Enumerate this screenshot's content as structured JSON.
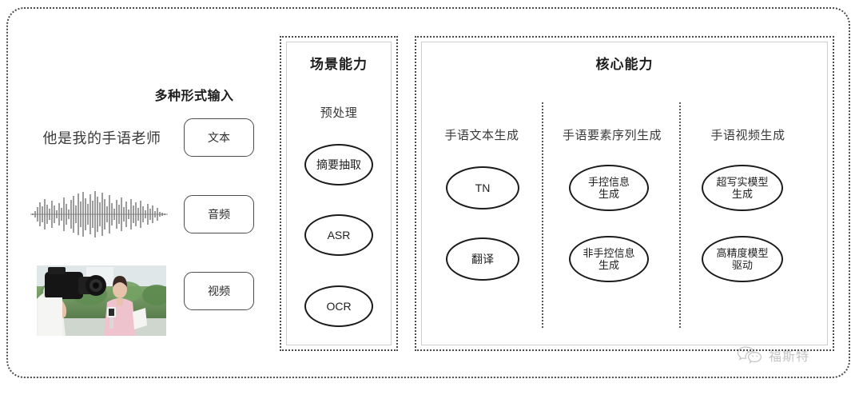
{
  "input_panel": {
    "title": "多种形式输入",
    "sample_text": "他是我的手语老师",
    "waveform_label": "audio-waveform",
    "video_thumb_label": "video-thumbnail",
    "modalities": [
      {
        "label": "文本",
        "name": "text"
      },
      {
        "label": "音频",
        "name": "audio"
      },
      {
        "label": "视频",
        "name": "video"
      }
    ]
  },
  "scene_section": {
    "title": "场景能力",
    "group_label": "预处理",
    "nodes": [
      {
        "label": "摘要抽取"
      },
      {
        "label": "ASR"
      },
      {
        "label": "OCR"
      }
    ]
  },
  "core_section": {
    "title": "核心能力",
    "groups": [
      {
        "label": "手语文本生成",
        "nodes": [
          {
            "label": "TN"
          },
          {
            "label": "翻译"
          }
        ]
      },
      {
        "label": "手语要素序列生成",
        "nodes": [
          {
            "label": "手控信息\n生成"
          },
          {
            "label": "非手控信息\n生成"
          }
        ]
      },
      {
        "label": "手语视频生成",
        "nodes": [
          {
            "label": "超写实模型\n生成"
          },
          {
            "label": "高精度模型\n驱动"
          }
        ]
      }
    ]
  },
  "watermark": {
    "text": "福斯特",
    "icon": "wechat-bubbles-icon"
  },
  "colors": {
    "frame": "#4a4a4a",
    "panel_border": "#cfcfcf",
    "node_border": "#1b1b1b",
    "text": "#2b2b2b",
    "watermark": "#8a8a8a"
  }
}
